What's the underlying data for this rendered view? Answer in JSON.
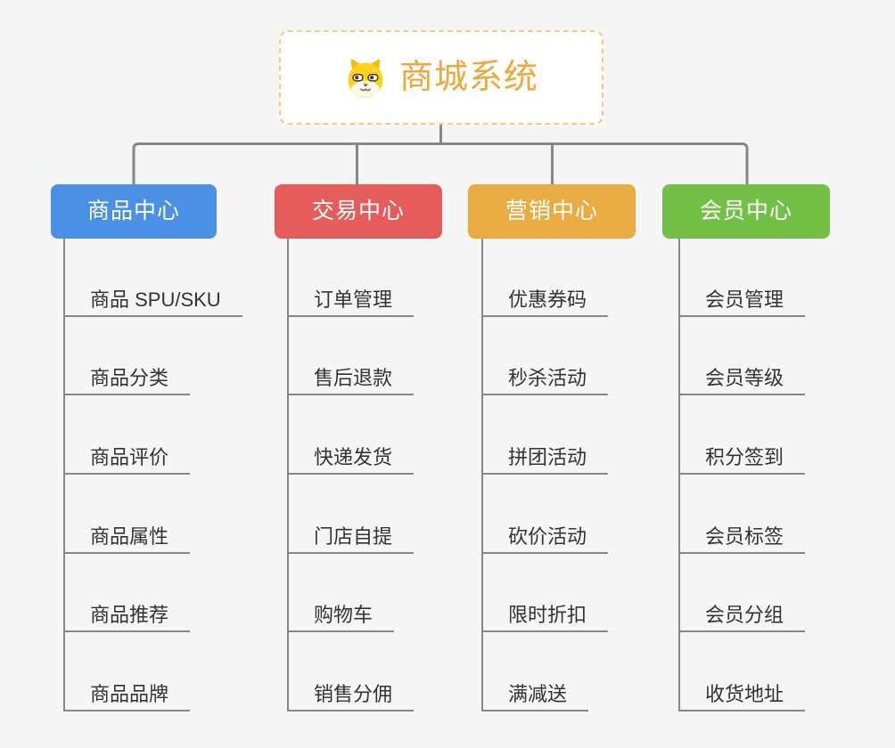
{
  "canvas": {
    "background": "#F5F5F5",
    "connector_color": "#878787",
    "item_text_color": "#333333",
    "item_underline_color": "#878787"
  },
  "root": {
    "label": "商城系统",
    "icon": "dog-face-icon",
    "text_color": "#F0A73B",
    "border_color": "#F6CB84",
    "background": "#FFFFFF"
  },
  "branches": [
    {
      "label": "商品中心",
      "color": "#4A90E6",
      "children": [
        "商品 SPU/SKU",
        "商品分类",
        "商品评价",
        "商品属性",
        "商品推荐",
        "商品品牌"
      ]
    },
    {
      "label": "交易中心",
      "color": "#E65C5A",
      "children": [
        "订单管理",
        "售后退款",
        "快递发货",
        "门店自提",
        "购物车",
        "销售分佣"
      ]
    },
    {
      "label": "营销中心",
      "color": "#EAAB43",
      "children": [
        "优惠券码",
        "秒杀活动",
        "拼团活动",
        "砍价活动",
        "限时折扣",
        "满减送"
      ]
    },
    {
      "label": "会员中心",
      "color": "#72C045",
      "children": [
        "会员管理",
        "会员等级",
        "积分签到",
        "会员标签",
        "会员分组",
        "收货地址"
      ]
    }
  ]
}
